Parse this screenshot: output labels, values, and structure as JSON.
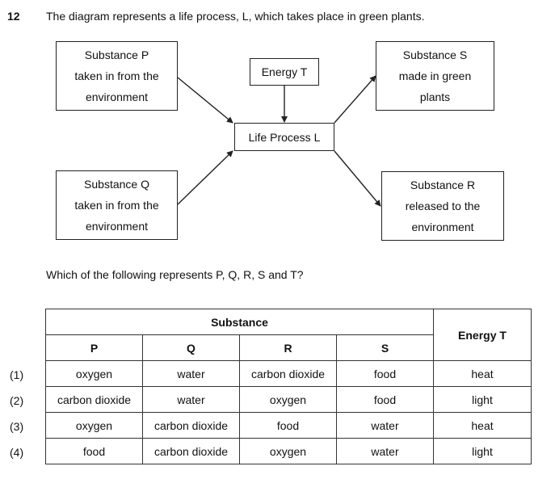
{
  "question": {
    "number": "12",
    "text": "The diagram represents a life process, L, which takes place in green plants."
  },
  "diagram": {
    "box_p": [
      "Substance P",
      "taken in from the",
      "environment"
    ],
    "box_q": [
      "Substance Q",
      "taken in from the",
      "environment"
    ],
    "box_t": [
      "Energy T"
    ],
    "box_l": [
      "Life Process L"
    ],
    "box_s": [
      "Substance S",
      "made in green",
      "plants"
    ],
    "box_r": [
      "Substance R",
      "released to the",
      "environment"
    ]
  },
  "prompt": "Which of the following represents P, Q, R, S and T?",
  "table": {
    "group_header": "Substance",
    "energy_header": "Energy T",
    "columns": [
      "P",
      "Q",
      "R",
      "S"
    ],
    "rows": [
      {
        "label": "(1)",
        "cells": [
          "oxygen",
          "water",
          "carbon dioxide",
          "food",
          "heat"
        ]
      },
      {
        "label": "(2)",
        "cells": [
          "carbon dioxide",
          "water",
          "oxygen",
          "food",
          "light"
        ]
      },
      {
        "label": "(3)",
        "cells": [
          "oxygen",
          "carbon dioxide",
          "food",
          "water",
          "heat"
        ]
      },
      {
        "label": "(4)",
        "cells": [
          "food",
          "carbon dioxide",
          "oxygen",
          "water",
          "light"
        ]
      }
    ]
  }
}
